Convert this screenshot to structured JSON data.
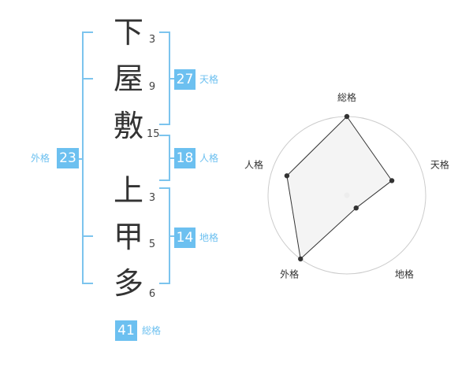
{
  "names": [
    {
      "char": "下",
      "strokes": "3"
    },
    {
      "char": "屋",
      "strokes": "9"
    },
    {
      "char": "敷",
      "strokes": "15"
    },
    {
      "char": "上",
      "strokes": "3"
    },
    {
      "char": "甲",
      "strokes": "5"
    },
    {
      "char": "多",
      "strokes": "6"
    }
  ],
  "scores": {
    "tenkaku": {
      "label": "天格",
      "value": "27"
    },
    "jinkaku": {
      "label": "人格",
      "value": "18"
    },
    "chikaku": {
      "label": "地格",
      "value": "14"
    },
    "gaikaku": {
      "label": "外格",
      "value": "23"
    },
    "soukaku": {
      "label": "総格",
      "value": "41"
    }
  },
  "chart_data": {
    "type": "radar",
    "axes": [
      "総格",
      "天格",
      "地格",
      "外格",
      "人格"
    ],
    "levels": 5,
    "max": 5,
    "values": [
      5,
      3,
      1,
      5,
      4
    ],
    "colors": {
      "fill": "#f2f2f2",
      "stroke": "#333333",
      "grid": "#cccccc",
      "center": "#cccccc"
    }
  }
}
